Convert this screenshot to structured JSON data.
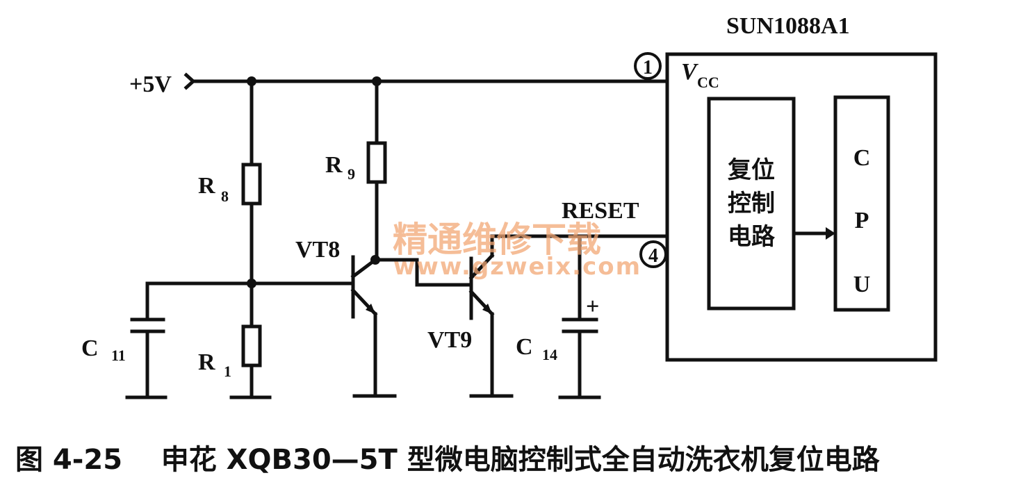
{
  "circuit": {
    "supply_label": "+5V",
    "ic_name": "SUN1088A1",
    "vcc_label": "V",
    "vcc_subscript": "CC",
    "pin1_label": "1",
    "pin4_label": "4",
    "reset_label": "RESET",
    "reset_block_lines": [
      "复位",
      "控制",
      "电路"
    ],
    "cpu_letters": [
      "C",
      "P",
      "U"
    ],
    "components": {
      "R8": {
        "main": "R",
        "sub": "8"
      },
      "R9": {
        "main": "R",
        "sub": "9"
      },
      "R1": {
        "main": "R",
        "sub": "1"
      },
      "C11": {
        "main": "C",
        "sub": "11"
      },
      "C14": {
        "main": "C",
        "sub": "14"
      },
      "C14_polarity": "+",
      "VT8": "VT8",
      "VT9": "VT9"
    }
  },
  "watermark": {
    "cn": "精通维修下载",
    "url": "www.gzweix.com"
  },
  "caption": "图 4-25    申花 XQB30—5T 型微电脑控制式全自动洗衣机复位电路"
}
